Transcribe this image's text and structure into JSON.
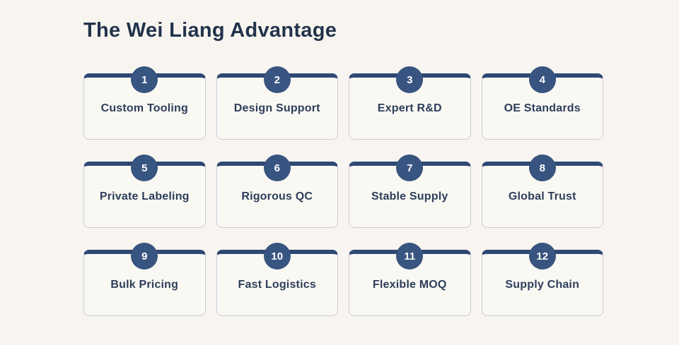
{
  "page": {
    "title": "The Wei Liang Advantage"
  },
  "colors": {
    "page_bg": "#F8F5F0",
    "card_bg": "#FAF8F3",
    "card_border": "#C8CDD8",
    "bar": "#2F4874",
    "badge_bg": "#385480",
    "badge_text": "#FFFFFF",
    "title_text": "#22334B",
    "label_text": "#2C3E5A"
  },
  "cards": [
    {
      "number": "1",
      "label": "Custom Tooling"
    },
    {
      "number": "2",
      "label": "Design Support"
    },
    {
      "number": "3",
      "label": "Expert R&D"
    },
    {
      "number": "4",
      "label": "OE Standards"
    },
    {
      "number": "5",
      "label": "Private Labeling"
    },
    {
      "number": "6",
      "label": "Rigorous QC"
    },
    {
      "number": "7",
      "label": "Stable Supply"
    },
    {
      "number": "8",
      "label": "Global Trust"
    },
    {
      "number": "9",
      "label": "Bulk Pricing"
    },
    {
      "number": "10",
      "label": "Fast Logistics"
    },
    {
      "number": "11",
      "label": "Flexible MOQ"
    },
    {
      "number": "12",
      "label": "Supply Chain"
    }
  ]
}
